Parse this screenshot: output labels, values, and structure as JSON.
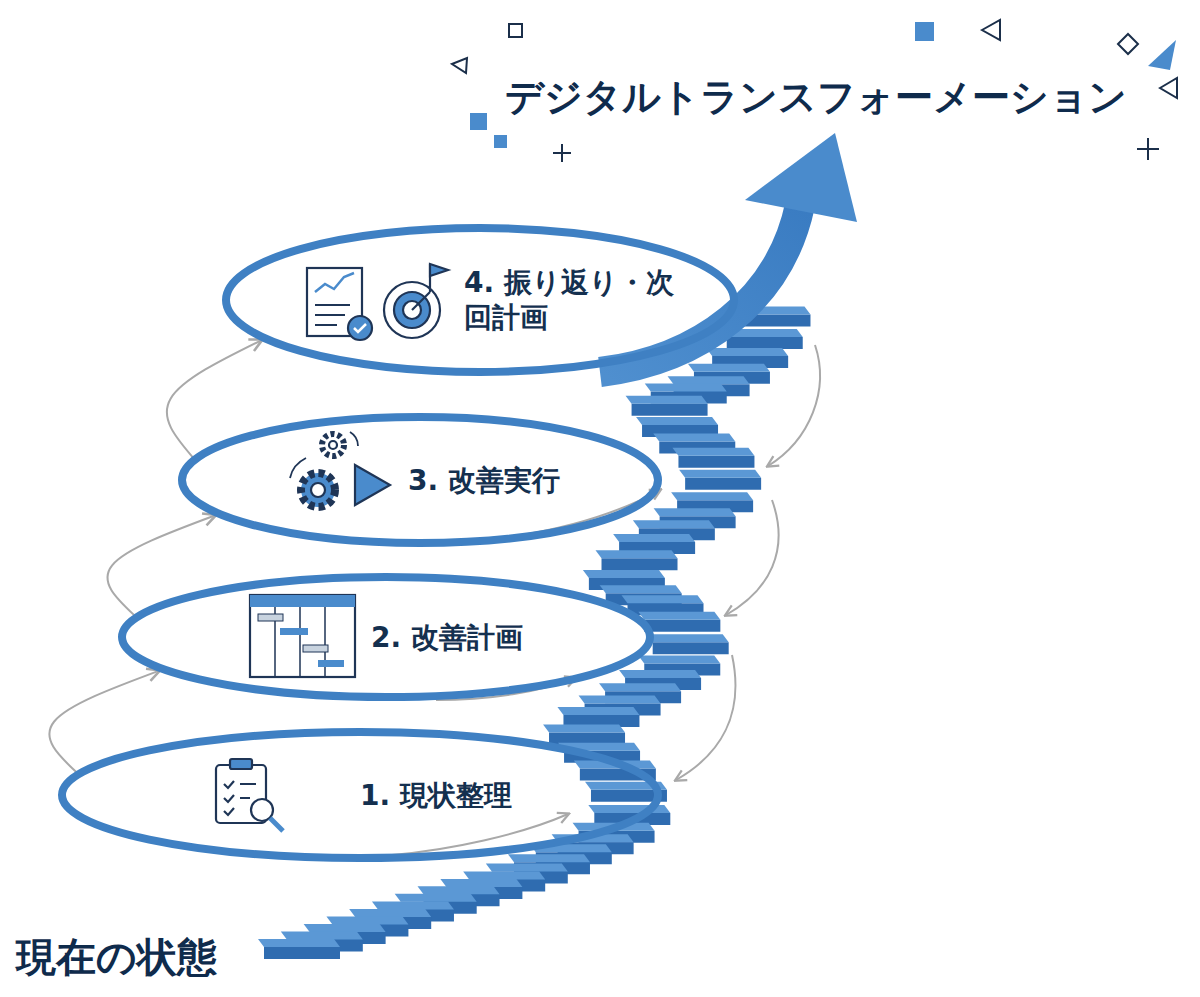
{
  "diagram": {
    "title": "デジタルトランスフォーメーション",
    "nodes": [
      {
        "text": [
          "1. 現状整理"
        ]
      },
      {
        "text": [
          "2. 改善計画"
        ]
      },
      {
        "text": [
          "3. 改善実行"
        ]
      },
      {
        "text": [
          "4. 振り返り・次回計画"
        ]
      }
    ],
    "edges": [
      {
        "from": 0,
        "to": 1,
        "arrow": "to"
      },
      {
        "from": 1,
        "to": 2,
        "arrow": "to"
      },
      {
        "from": 2,
        "to": 3,
        "arrow": "to"
      }
    ],
    "labels": [
      "現在の状態"
    ]
  }
}
